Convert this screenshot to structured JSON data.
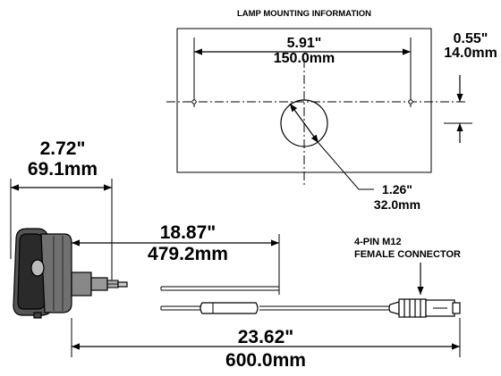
{
  "title": "LAMP MOUNTING INFORMATION",
  "mounting": {
    "hole_spacing_in": "5.91\"",
    "hole_spacing_mm": "150.0mm",
    "offset_in": "0.55\"",
    "offset_mm": "14.0mm",
    "bore_in": "1.26\"",
    "bore_mm": "32.0mm"
  },
  "lamp": {
    "depth_in": "2.72\"",
    "depth_mm": "69.1mm"
  },
  "cable": {
    "lead_in": "18.87\"",
    "lead_mm": "479.2mm",
    "overall_in": "23.62\"",
    "overall_mm": "600.0mm"
  },
  "connector": {
    "line1": "4-PIN M12",
    "line2": "FEMALE CONNECTOR"
  }
}
